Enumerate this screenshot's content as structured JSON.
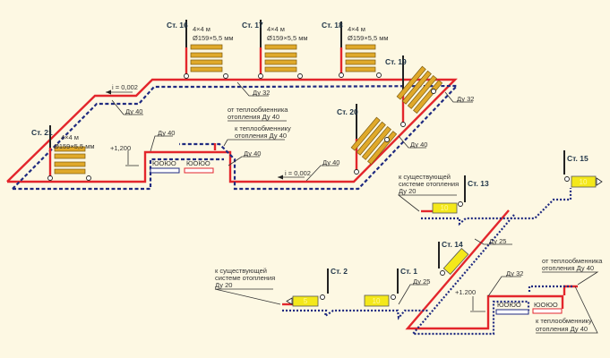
{
  "colors": {
    "background": "#fdf8e3",
    "supply": "#e3262c",
    "return": "#1f2a80",
    "radiator": "#e0a92a",
    "radiator_small": "#f4e81a"
  },
  "risers": {
    "st16": "Ст. 16",
    "st17": "Ст. 17",
    "st18": "Ст. 18",
    "st19": "Ст. 19",
    "st20": "Ст. 20",
    "st21": "Ст. 21",
    "st15": "Ст. 15",
    "st13": "Ст. 13",
    "st14": "Ст. 14",
    "st2": "Ст. 2",
    "st1": "Ст. 1"
  },
  "register_spec": {
    "size": "4×4 м",
    "pipe": "Ø159×5,5 мм"
  },
  "radiator_sections": {
    "st15": "10",
    "st13": "10",
    "st2": "5",
    "st1": "10"
  },
  "labels": {
    "slope": "i = 0,002",
    "du40": "Ду 40",
    "du32": "Ду 32",
    "du25": "Ду 25",
    "du20": "Ду 20",
    "elev_upper": "+1,200",
    "elev_lower": "+1.200",
    "from_hx_1": "от теплообменника",
    "from_hx_2": "отопления Ду 40",
    "to_hx_1": "к теплообменнику",
    "to_hx_2": "отопления Ду 40",
    "existing_1": "к существующей",
    "existing_2": "системе отопления"
  }
}
